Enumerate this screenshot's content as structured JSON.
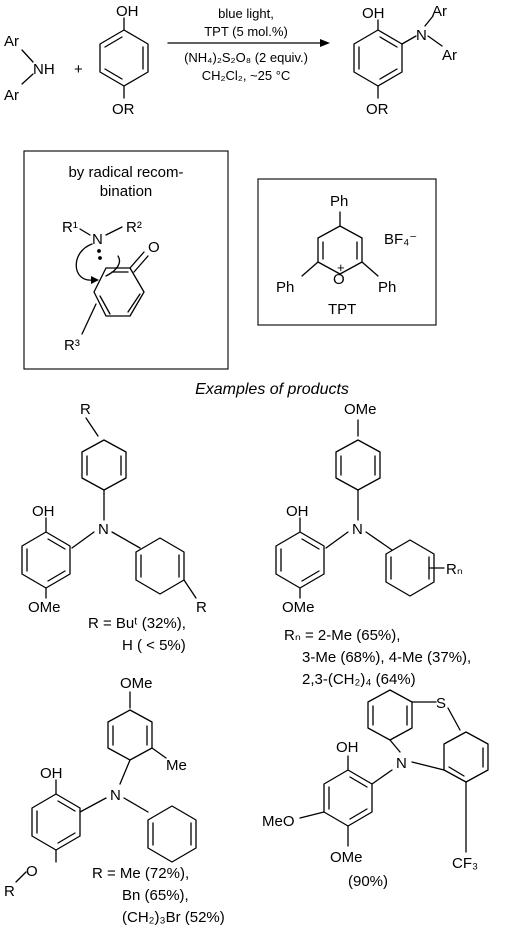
{
  "reaction": {
    "reactant_amine": {
      "ar_top": "Ar",
      "nh": "NH",
      "ar_bottom": "Ar"
    },
    "plus": "+",
    "reactant_phenol": {
      "oh": "OH",
      "or": "OR"
    },
    "conditions": {
      "line1": "blue light,",
      "line2": "TPT (5 mol.%)",
      "line3": "(NH₄)₂S₂O₈ (2 equiv.)",
      "line4": "CH₂Cl₂, ~25 °C"
    },
    "product": {
      "oh": "OH",
      "n": "N",
      "ar_top": "Ar",
      "ar_right": "Ar",
      "or": "OR"
    }
  },
  "mechanism_box": {
    "title_line1": "by radical recom-",
    "title_line2": "bination",
    "r1": "R¹",
    "n": "N",
    "r2": "R²",
    "o": "O",
    "r3": "R³"
  },
  "catalyst_box": {
    "ph_top": "Ph",
    "counterion": "BF₄⁻",
    "ph_left": "Ph",
    "o_plus": "O",
    "plus_sign": "+",
    "ph_right": "Ph",
    "label": "TPT"
  },
  "examples_heading": "Examples of products",
  "products": {
    "p1": {
      "r_top": "R",
      "oh": "OH",
      "n": "N",
      "r_right": "R",
      "ome": "OMe",
      "yield_line1": "R = Buᵗ (32%),",
      "yield_line2": "H ( < 5%)"
    },
    "p2": {
      "ome_top": "OMe",
      "oh": "OH",
      "n": "N",
      "rn": "Rₙ",
      "ome": "OMe",
      "yield_line1": "Rₙ = 2-Me (65%),",
      "yield_line2": "3-Me (68%), 4-Me (37%),",
      "yield_line3": "2,3-(CH₂)₄ (64%)"
    },
    "p3": {
      "ome_top": "OMe",
      "me": "Me",
      "oh": "OH",
      "n": "N",
      "r": "R",
      "o": "O",
      "yield_line1": "R = Me (72%),",
      "yield_line2": "Bn (65%),",
      "yield_line3": "(CH₂)₃Br (52%)"
    },
    "p4": {
      "s": "S",
      "oh": "OH",
      "n": "N",
      "meo": "MeO",
      "ome": "OMe",
      "cf3": "CF₃",
      "yield": "(90%)"
    }
  }
}
